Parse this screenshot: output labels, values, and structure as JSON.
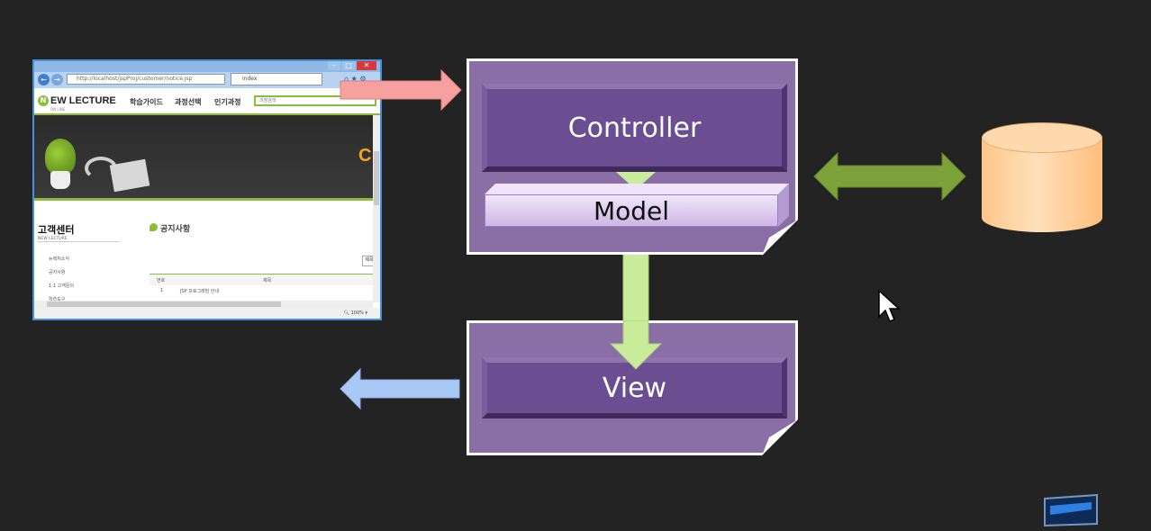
{
  "diagram": {
    "controller_label": "Controller",
    "model_label": "Model",
    "view_label": "View"
  },
  "browser": {
    "address_url": "http://localhost/jspProj/customer/notice.jsp",
    "tab_title": "index",
    "logo_initial": "N",
    "logo_text": "EW LECTURE",
    "logo_sub": "ON LINE",
    "menu": [
      "학습가이드",
      "과정선택",
      "인기과정"
    ],
    "search_placeholder": "과정검색",
    "banner_letter": "C",
    "sidebar_title": "고객센터",
    "sidebar_sub": "NEW LECTURE",
    "sidebar_items": [
      "뉴렉처소식",
      "공지사항",
      "1:1 고객문의",
      "학습도구"
    ],
    "content_title": "공지사항",
    "small_button": "제목",
    "table_headers": [
      "번호",
      "제목"
    ],
    "table_rows": [
      {
        "num": "1",
        "title": "JSP 프로그래밍 안내"
      }
    ],
    "zoom": "100%"
  },
  "colors": {
    "background": "#232323",
    "panel": "#8a6ea6",
    "slab": "#6b4d91",
    "request_arrow": "#f6a0a0",
    "response_arrow": "#a9c8f5",
    "db_arrow": "#7da23a",
    "model_to_view_arrow": "#c8ec9a",
    "database": "#ffcf9a"
  }
}
